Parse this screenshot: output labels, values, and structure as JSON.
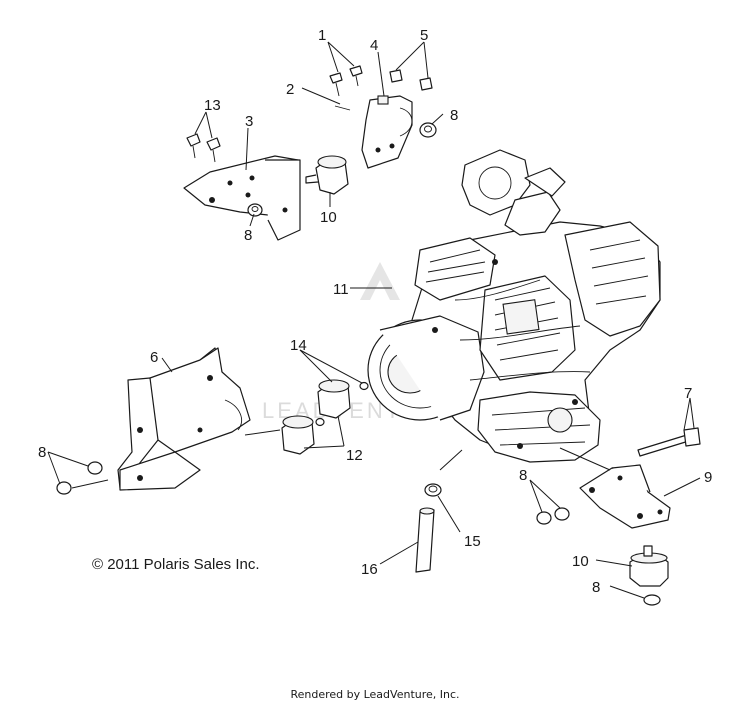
{
  "diagram": {
    "callouts": {
      "c1": "1",
      "c2": "2",
      "c3": "3",
      "c4": "4",
      "c5": "5",
      "c6": "6",
      "c7": "7",
      "c8a": "8",
      "c8b": "8",
      "c8c": "8",
      "c8d": "8",
      "c8e": "8",
      "c9": "9",
      "c10a": "10",
      "c10b": "10",
      "c11": "11",
      "c12": "12",
      "c13": "13",
      "c14": "14",
      "c15": "15",
      "c16": "16"
    },
    "watermark": "LEADVENTURE",
    "copyright": "© 2011 Polaris Sales Inc."
  },
  "footer": {
    "rendered_by": "Rendered by LeadVenture, Inc."
  }
}
